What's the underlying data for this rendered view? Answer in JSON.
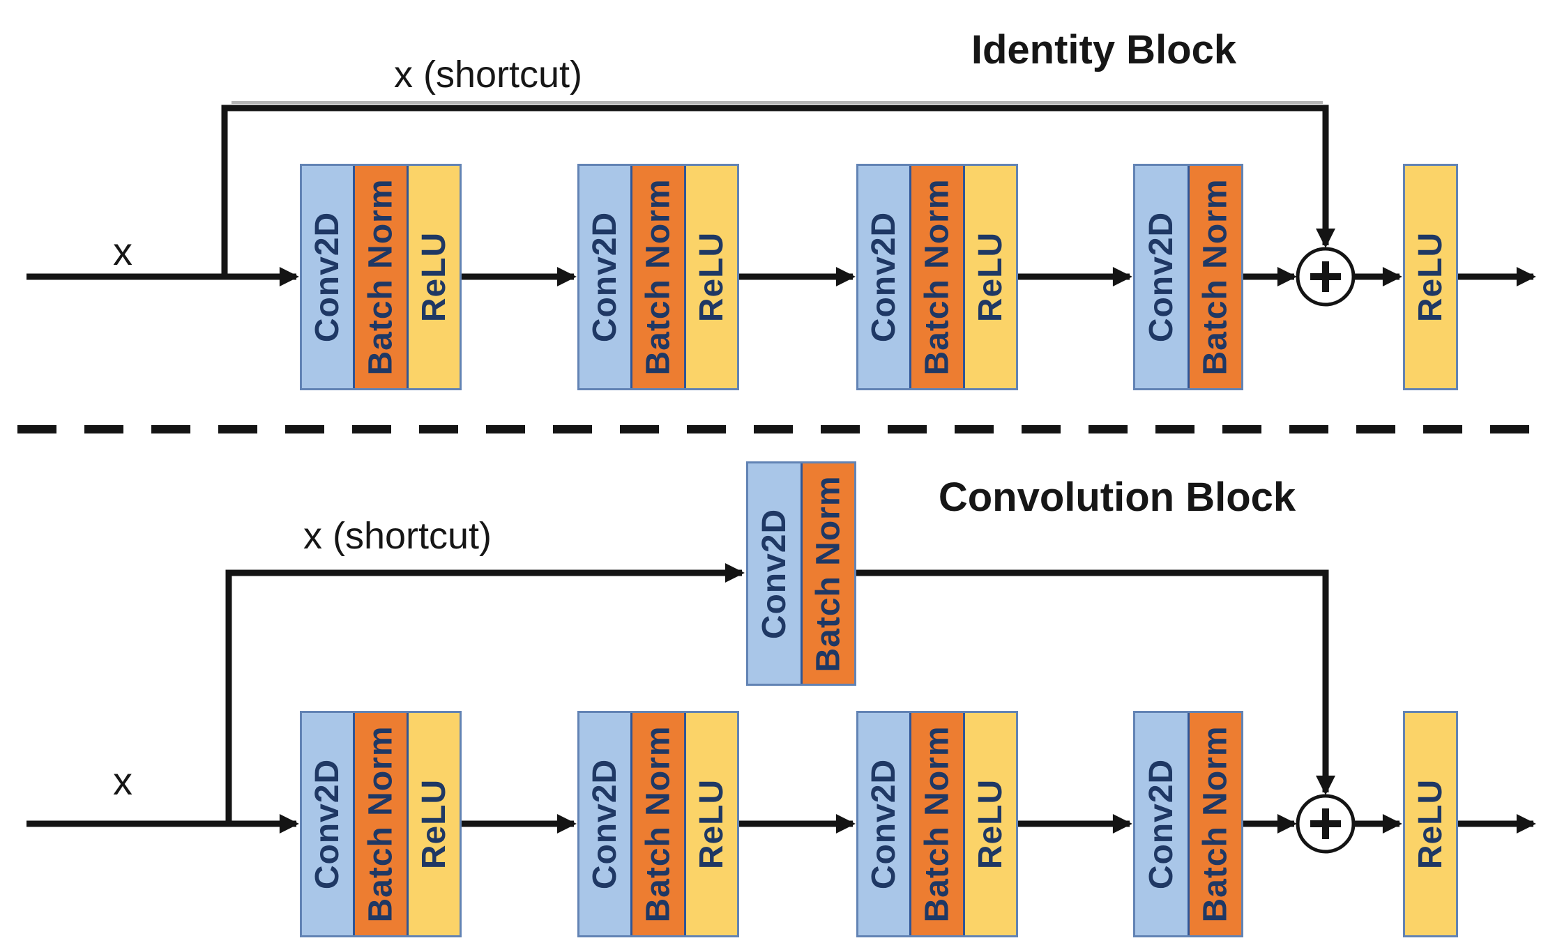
{
  "diagram": {
    "colors": {
      "conv2d_fill": "#A9C6E8",
      "batch_norm_fill": "#ED7D31",
      "relu_fill": "#FBD368",
      "layer_text": "#1F3864",
      "block_border": "#6283B4",
      "column_separator": "#2F5597",
      "line": "#141414",
      "background": "#FFFFFF"
    },
    "identity": {
      "title": "Identity Block",
      "input_label": "x",
      "shortcut_label": "x (shortcut)",
      "blocks": [
        {
          "layers": [
            "Conv2D",
            "Batch Norm",
            "ReLU"
          ]
        },
        {
          "layers": [
            "Conv2D",
            "Batch Norm",
            "ReLU"
          ]
        },
        {
          "layers": [
            "Conv2D",
            "Batch Norm",
            "ReLU"
          ]
        },
        {
          "layers": [
            "Conv2D",
            "Batch Norm"
          ]
        },
        {
          "layers": [
            "ReLU"
          ]
        }
      ]
    },
    "convolution": {
      "title": "Convolution Block",
      "input_label": "x",
      "shortcut_label": "x (shortcut)",
      "shortcut_block": {
        "layers": [
          "Conv2D",
          "Batch Norm"
        ]
      },
      "blocks": [
        {
          "layers": [
            "Conv2D",
            "Batch Norm",
            "ReLU"
          ]
        },
        {
          "layers": [
            "Conv2D",
            "Batch Norm",
            "ReLU"
          ]
        },
        {
          "layers": [
            "Conv2D",
            "Batch Norm",
            "ReLU"
          ]
        },
        {
          "layers": [
            "Conv2D",
            "Batch Norm"
          ]
        },
        {
          "layers": [
            "ReLU"
          ]
        }
      ]
    }
  }
}
